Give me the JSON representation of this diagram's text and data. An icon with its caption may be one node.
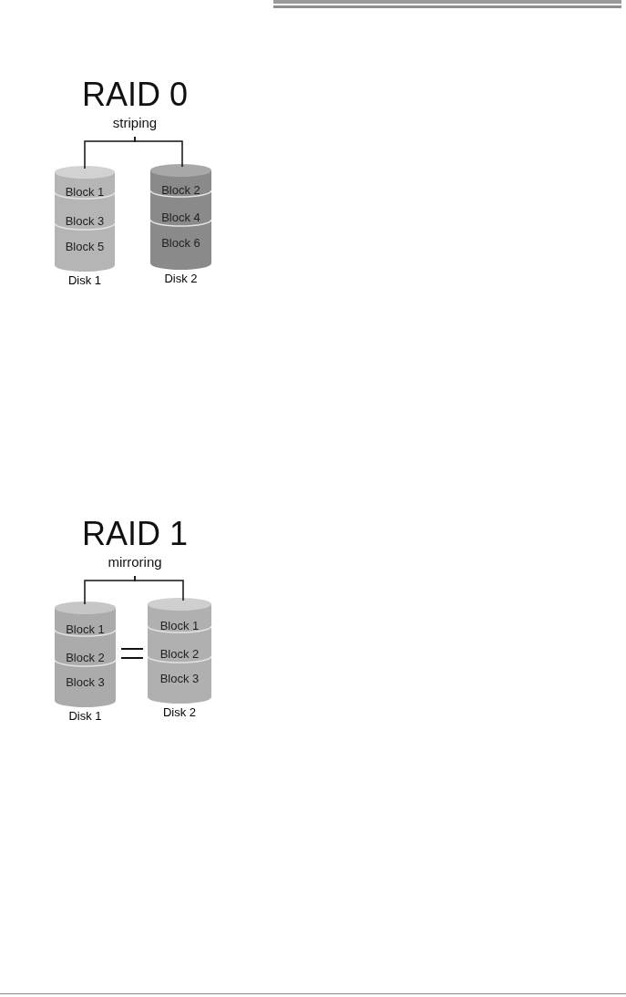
{
  "diagram": {
    "nodes": [
      {
        "text": [
          "RAID 0",
          "striping"
        ]
      },
      {
        "text": [
          "Block 1",
          "Block 3",
          "Block 5"
        ],
        "beside": [
          "Disk 1"
        ]
      },
      {
        "text": [
          "Block 2",
          "Block 4",
          "Block 6"
        ],
        "beside": [
          "Disk 2"
        ]
      },
      {
        "text": [
          "RAID 1",
          "mirroring"
        ]
      },
      {
        "text": [
          "Block 1",
          "Block 2",
          "Block 3"
        ],
        "beside": [
          "Disk 1"
        ]
      },
      {
        "text": [
          "Block 1",
          "Block 2",
          "Block 3"
        ],
        "beside": [
          "Disk 2"
        ]
      }
    ],
    "edges": [
      {
        "from": 0,
        "to": 1,
        "arrow": "none"
      },
      {
        "from": 0,
        "to": 2,
        "arrow": "none"
      },
      {
        "from": 3,
        "to": 4,
        "arrow": "none"
      },
      {
        "from": 3,
        "to": 5,
        "arrow": "none"
      }
    ]
  }
}
